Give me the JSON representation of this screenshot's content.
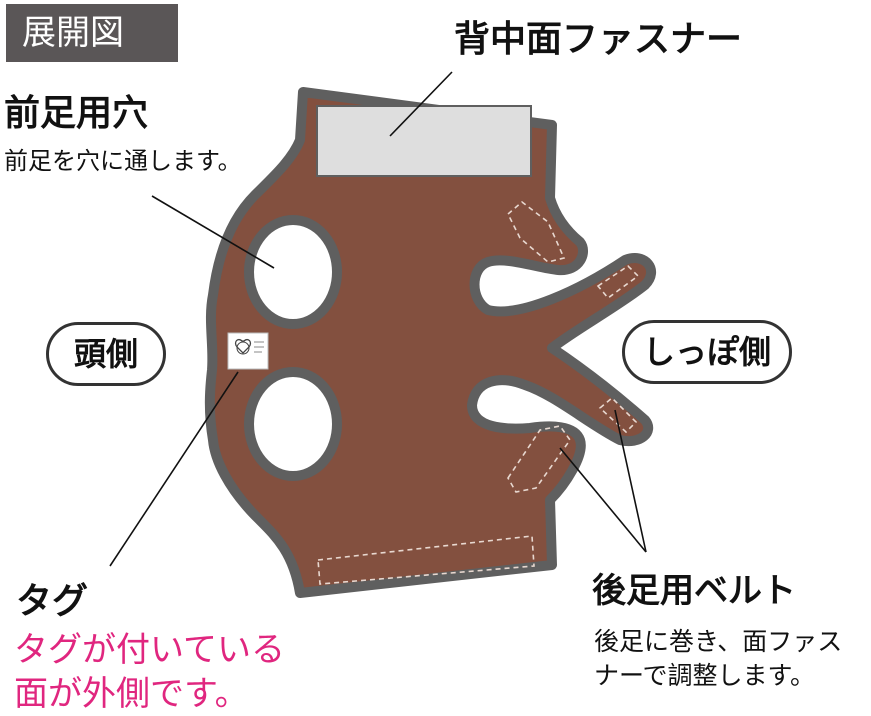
{
  "header": {
    "label": "展開図"
  },
  "labels": {
    "zipper": "背中面ファスナー",
    "front_hole_title": "前足用穴",
    "front_hole_desc": "前足を穴に通します。",
    "head_side": "頭側",
    "tail_side": "しっぽ側",
    "tag_title": "タグ",
    "tag_desc_line1": "タグが付いている",
    "tag_desc_line2": "面が外側です。",
    "belt_title": "後足用ベルト",
    "belt_desc_line1": "後足に巻き、面ファス",
    "belt_desc_line2": "ナーで調整します。"
  },
  "colors": {
    "fabric": "#83503f",
    "border": "#5f5f5f",
    "zipper_patch": "#dedede",
    "accent_text": "#e0267f",
    "header_bg": "#5a5657"
  },
  "icons": {
    "tag": "heart-logo-tag-icon"
  }
}
